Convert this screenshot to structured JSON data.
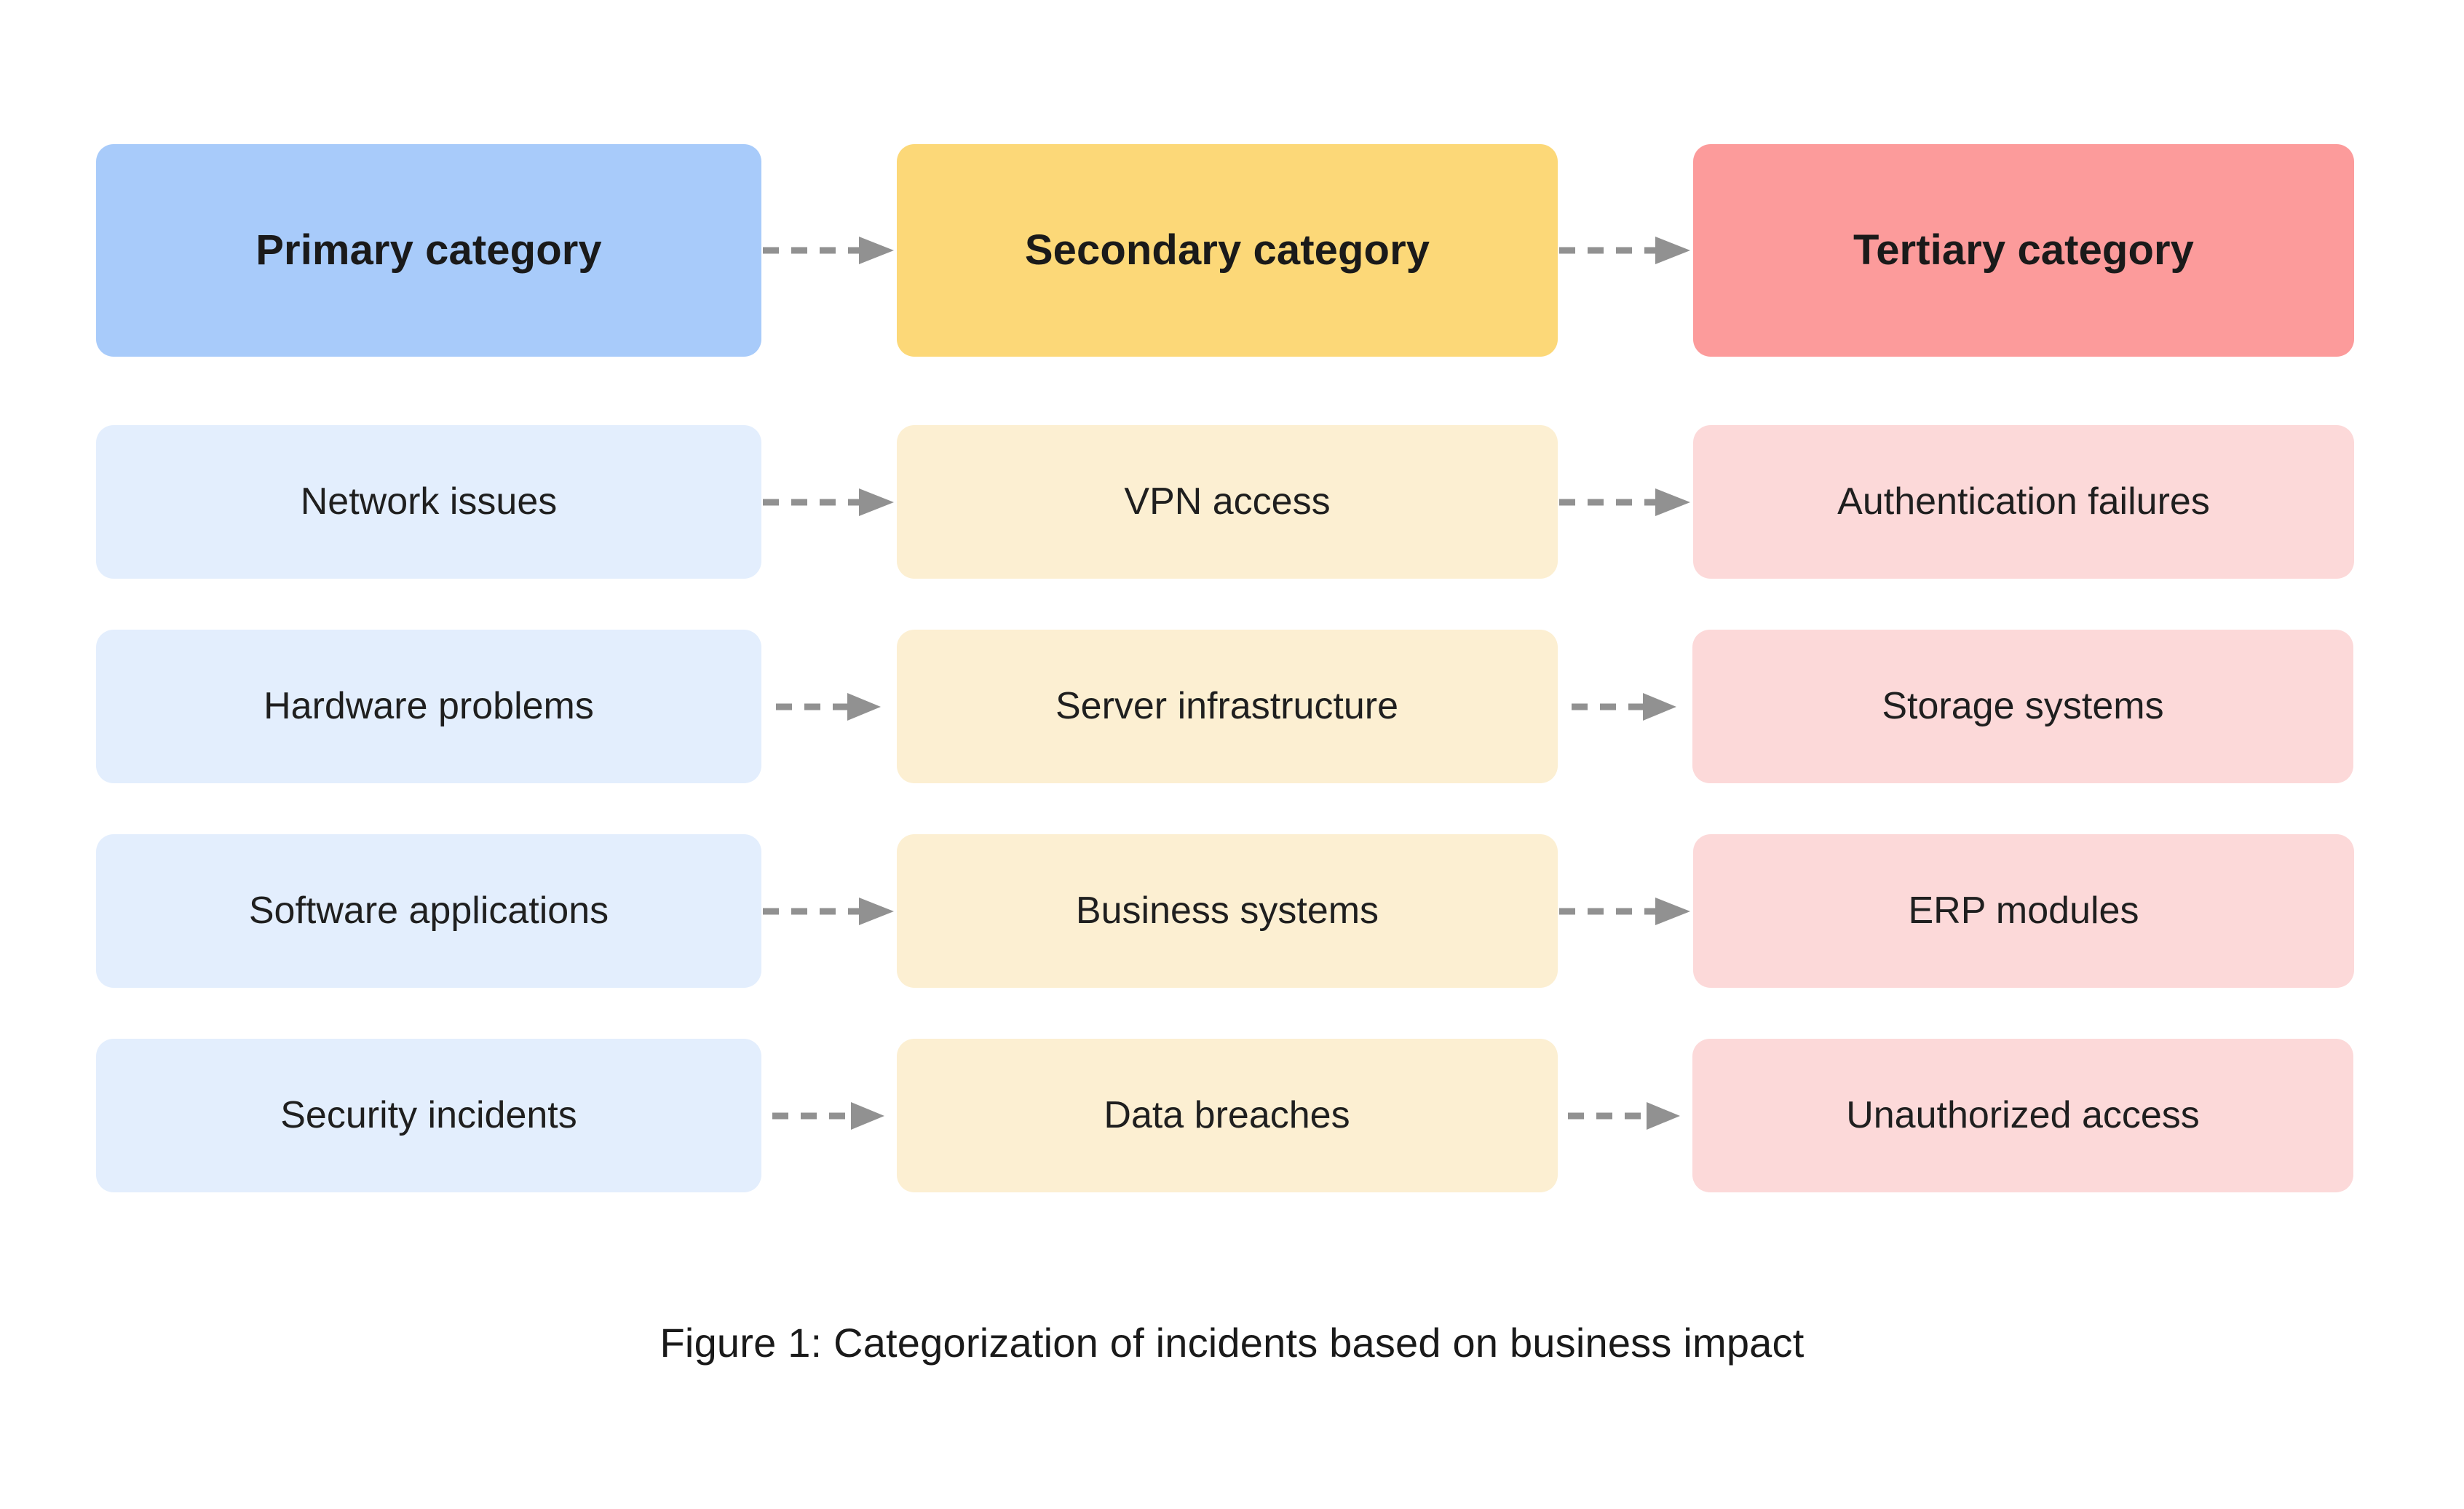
{
  "figure": {
    "caption": "Figure 1: Categorization of incidents based on business impact",
    "background_color": "#ffffff",
    "arrow_color": "#919191"
  },
  "columns": {
    "headers": [
      {
        "label": "Primary category",
        "fill": "#a8cbfa"
      },
      {
        "label": "Secondary category",
        "fill": "#fcd878"
      },
      {
        "label": "Tertiary category",
        "fill": "#fc9b9b"
      }
    ],
    "body_fills": [
      "#e3eefd",
      "#fcefd2",
      "#fcd9d9"
    ]
  },
  "rows": [
    {
      "primary": "Network issues",
      "secondary": "VPN access",
      "tertiary": "Authentication failures"
    },
    {
      "primary": "Hardware problems",
      "secondary": "Server infrastructure",
      "tertiary": "Storage systems"
    },
    {
      "primary": "Software applications",
      "secondary": "Business systems",
      "tertiary": "ERP modules"
    },
    {
      "primary": "Security incidents",
      "secondary": "Data breaches",
      "tertiary": "Unauthorized access"
    }
  ],
  "connectors": {
    "icon": "dashed-arrow-right-icon",
    "count_per_row": 2,
    "direction": "left-to-right"
  }
}
